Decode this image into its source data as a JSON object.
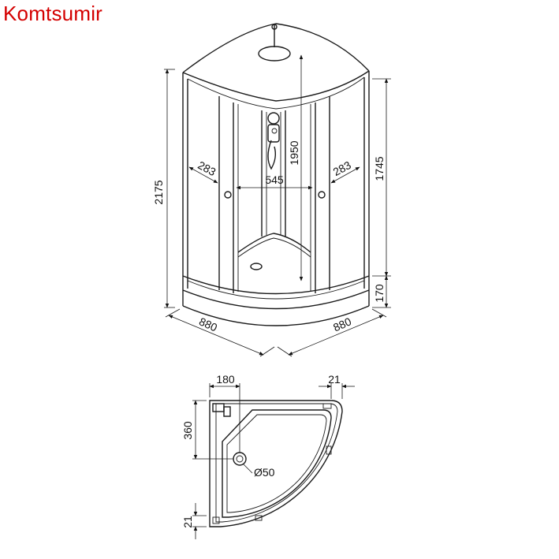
{
  "brand": {
    "name": "Komtsumir",
    "color": "#d40000"
  },
  "front_view": {
    "icon": "corner-shower-cabin-perspective",
    "dimensions": {
      "height_total": "2175",
      "height_cabin": "1745",
      "tray_height": "170",
      "shower_height": "1950",
      "door_width": "545",
      "side_panel_left": "283",
      "side_panel_right": "283",
      "depth_left": "880",
      "depth_right": "880"
    }
  },
  "plan_view": {
    "icon": "quarter-round-shower-tray-plan",
    "dimensions": {
      "drain_offset_x": "180",
      "drain_offset_y": "360",
      "drain_diameter": "Ø50",
      "wall_gap_top": "21",
      "wall_gap_bottom": "21"
    }
  }
}
